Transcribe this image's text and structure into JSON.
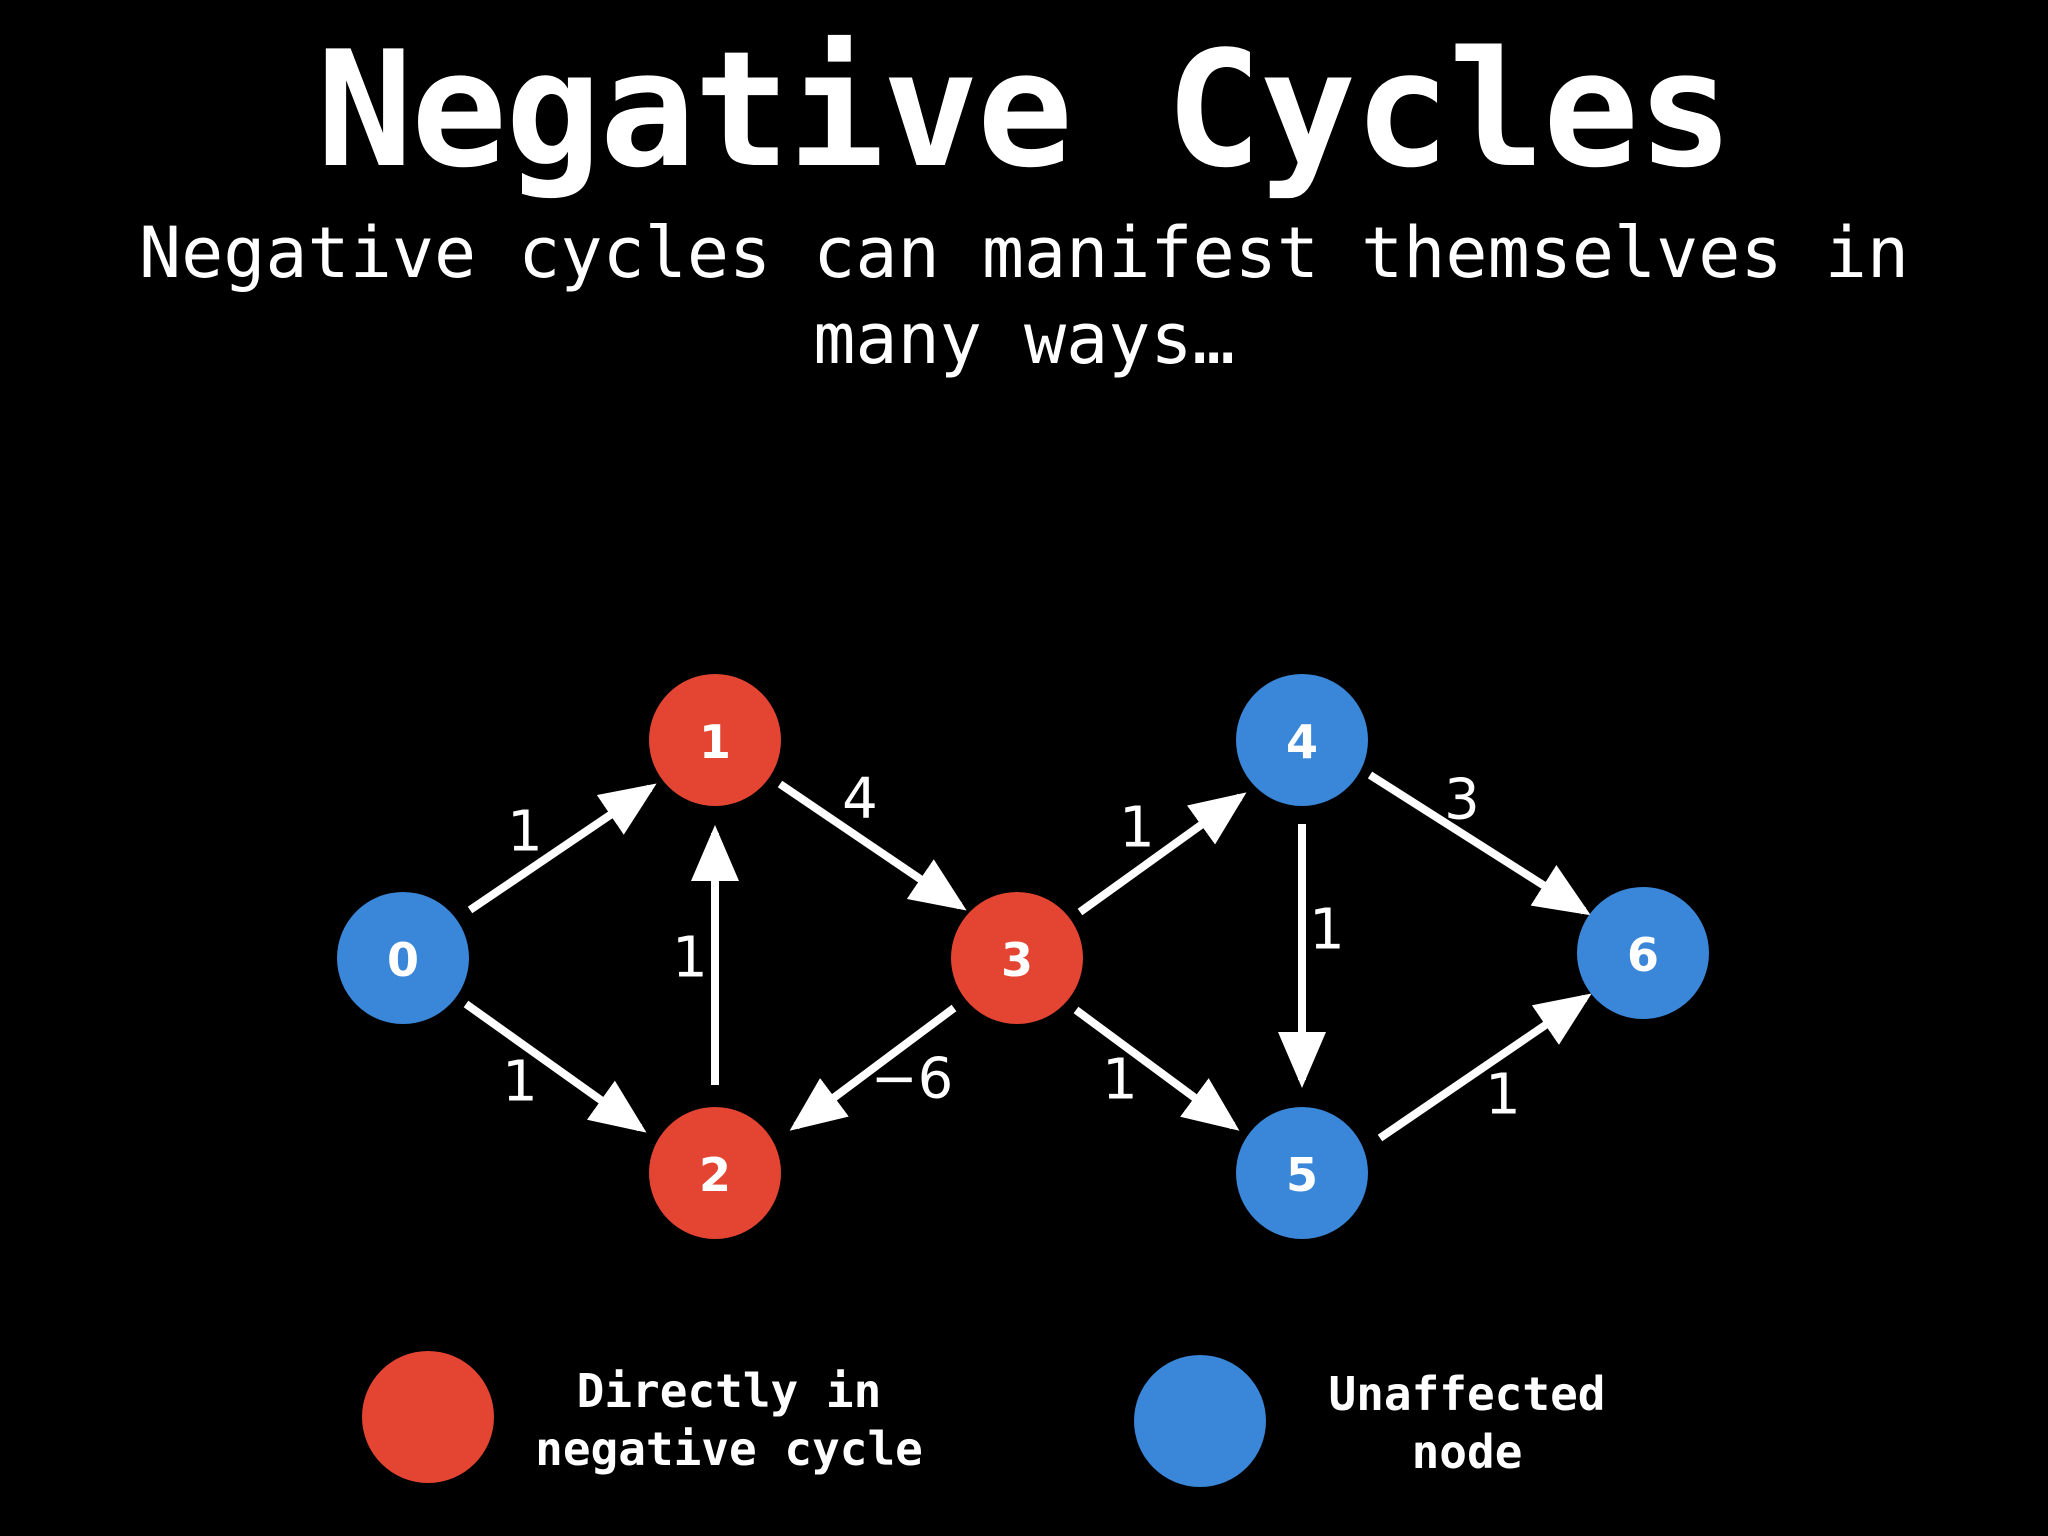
{
  "title": "Negative Cycles",
  "subtitle": "Negative cycles can manifest themselves in many ways…",
  "colors": {
    "background": "#000000",
    "in_cycle": "#e44533",
    "unaffected": "#3a86d8",
    "edge": "#ffffff",
    "text": "#ffffff"
  },
  "nodes": [
    {
      "id": "0",
      "label": "0",
      "status": "unaffected"
    },
    {
      "id": "1",
      "label": "1",
      "status": "in_cycle"
    },
    {
      "id": "2",
      "label": "2",
      "status": "in_cycle"
    },
    {
      "id": "3",
      "label": "3",
      "status": "in_cycle"
    },
    {
      "id": "4",
      "label": "4",
      "status": "unaffected"
    },
    {
      "id": "5",
      "label": "5",
      "status": "unaffected"
    },
    {
      "id": "6",
      "label": "6",
      "status": "unaffected"
    }
  ],
  "edges": [
    {
      "from": "0",
      "to": "1",
      "weight": "1"
    },
    {
      "from": "0",
      "to": "2",
      "weight": "1"
    },
    {
      "from": "2",
      "to": "1",
      "weight": "1"
    },
    {
      "from": "1",
      "to": "3",
      "weight": "4"
    },
    {
      "from": "3",
      "to": "2",
      "weight": "−6"
    },
    {
      "from": "3",
      "to": "4",
      "weight": "1"
    },
    {
      "from": "3",
      "to": "5",
      "weight": "1"
    },
    {
      "from": "4",
      "to": "5",
      "weight": "1"
    },
    {
      "from": "4",
      "to": "6",
      "weight": "3"
    },
    {
      "from": "5",
      "to": "6",
      "weight": "1"
    }
  ],
  "legend": {
    "in_cycle": {
      "lines": [
        "Directly in",
        "negative cycle"
      ]
    },
    "unaffected": {
      "lines": [
        "Unaffected",
        "node"
      ]
    }
  }
}
